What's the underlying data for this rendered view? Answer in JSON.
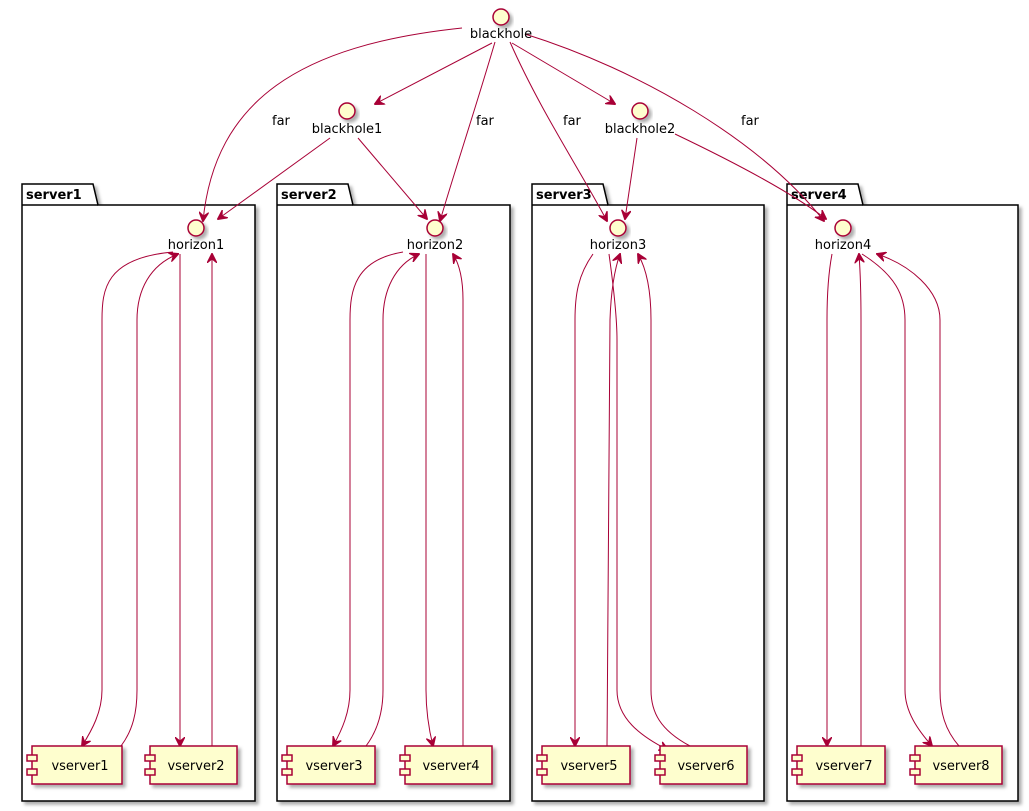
{
  "colors": {
    "edge": "#A80036",
    "node_fill": "#FEFECE",
    "node_stroke": "#A80036",
    "package_stroke": "#000000"
  },
  "packages": {
    "server1": "server1",
    "server2": "server2",
    "server3": "server3",
    "server4": "server4"
  },
  "interfaces": {
    "blackhole": "blackhole",
    "blackhole1": "blackhole1",
    "blackhole2": "blackhole2",
    "horizon1": "horizon1",
    "horizon2": "horizon2",
    "horizon3": "horizon3",
    "horizon4": "horizon4"
  },
  "components": {
    "vserver1": "vserver1",
    "vserver2": "vserver2",
    "vserver3": "vserver3",
    "vserver4": "vserver4",
    "vserver5": "vserver5",
    "vserver6": "vserver6",
    "vserver7": "vserver7",
    "vserver8": "vserver8"
  },
  "edge_labels": {
    "bh_h1": "far",
    "bh_h2": "far",
    "bh_h3": "far",
    "bh_h4": "far"
  }
}
